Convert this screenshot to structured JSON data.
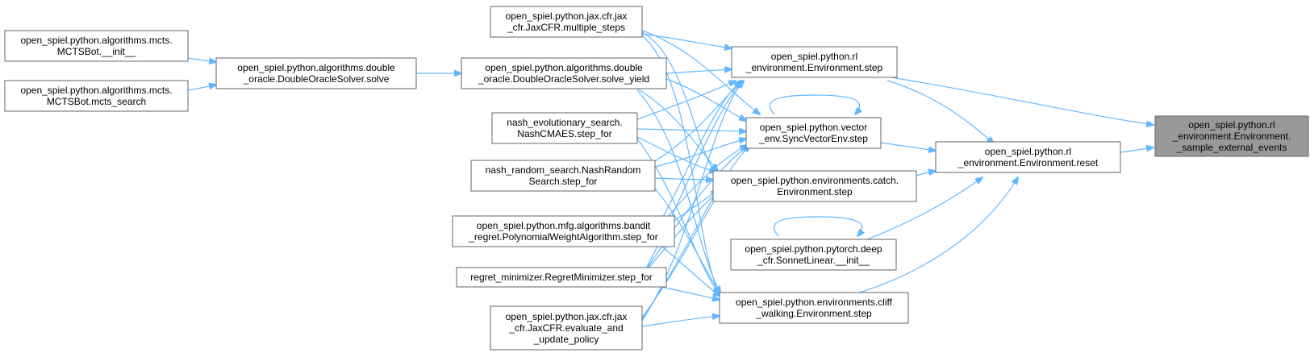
{
  "graph": {
    "nodes": [
      {
        "id": "root",
        "lines": [
          "open_spiel.python.rl",
          "_environment.Environment.",
          "_sample_external_events"
        ]
      },
      {
        "id": "reset",
        "lines": [
          "open_spiel.python.rl",
          "_environment.Environment.reset"
        ]
      },
      {
        "id": "rl_step",
        "lines": [
          "open_spiel.python.rl",
          "_environment.Environment.step"
        ]
      },
      {
        "id": "vec_step",
        "lines": [
          "open_spiel.python.vector",
          "_env.SyncVectorEnv.step"
        ]
      },
      {
        "id": "catch_step",
        "lines": [
          "open_spiel.python.environments.catch.",
          "Environment.step"
        ]
      },
      {
        "id": "sonnet",
        "lines": [
          "open_spiel.python.pytorch.deep",
          "_cfr.SonnetLinear.__init__"
        ]
      },
      {
        "id": "cliff_step",
        "lines": [
          "open_spiel.python.environments.cliff",
          "_walking.Environment.step"
        ]
      },
      {
        "id": "jax_multi",
        "lines": [
          "open_spiel.python.jax.cfr.jax",
          "_cfr.JaxCFR.multiple_steps"
        ]
      },
      {
        "id": "do_yield",
        "lines": [
          "open_spiel.python.algorithms.double",
          "_oracle.DoubleOracleSolver.solve_yield"
        ]
      },
      {
        "id": "nash_evo",
        "lines": [
          "nash_evolutionary_search.",
          "NashCMAES.step_for"
        ]
      },
      {
        "id": "nash_rand",
        "lines": [
          "nash_random_search.NashRandom",
          "Search.step_for"
        ]
      },
      {
        "id": "mfg_bandit",
        "lines": [
          "open_spiel.python.mfg.algorithms.bandit",
          "_regret.PolynomialWeightAlgorithm.step_for"
        ]
      },
      {
        "id": "regret_min",
        "lines": [
          "regret_minimizer.RegretMinimizer.step_for"
        ]
      },
      {
        "id": "jax_eval",
        "lines": [
          "open_spiel.python.jax.cfr.jax",
          "_cfr.JaxCFR.evaluate_and",
          "_update_policy"
        ]
      },
      {
        "id": "do_solve",
        "lines": [
          "open_spiel.python.algorithms.double",
          "_oracle.DoubleOracleSolver.solve"
        ]
      },
      {
        "id": "mcts_init",
        "lines": [
          "open_spiel.python.algorithms.mcts.",
          "MCTSBot.__init__"
        ]
      },
      {
        "id": "mcts_search",
        "lines": [
          "open_spiel.python.algorithms.mcts.",
          "MCTSBot.mcts_search"
        ]
      }
    ]
  }
}
